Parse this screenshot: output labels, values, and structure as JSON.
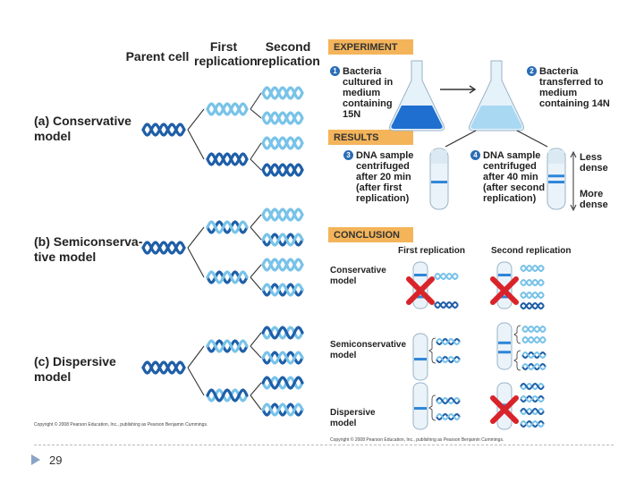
{
  "left": {
    "headers": {
      "parent": "Parent cell",
      "first": "First\nreplication",
      "second": "Second\nreplication"
    },
    "models": [
      {
        "label": "(a) Conservative\nmodel"
      },
      {
        "label": "(b) Semiconserva-\ntive model"
      },
      {
        "label": "(c) Dispersive\nmodel"
      }
    ],
    "copyright": "Copyright © 2008 Pearson Education, Inc., publishing as Pearson Benjamin Cummings."
  },
  "right": {
    "experiment_tag": "EXPERIMENT",
    "step1": "Bacteria\ncultured in\nmedium\ncontaining\n15N",
    "step2": "Bacteria\ntransferred to\nmedium\ncontaining 14N",
    "results_tag": "RESULTS",
    "step3": "DNA sample\ncentrifuged\nafter 20 min\n(after first\nreplication)",
    "step4": "DNA sample\ncentrifuged\nafter 40 min\n(after second\nreplication)",
    "less_dense": "Less\ndense",
    "more_dense": "More\ndense",
    "conclusion_tag": "CONCLUSION",
    "col_first": "First replication",
    "col_second": "Second replication",
    "rows": [
      {
        "label": "Conservative\nmodel"
      },
      {
        "label": "Semiconservative\nmodel"
      },
      {
        "label": "Dispersive\nmodel"
      }
    ],
    "copyright": "Copyright © 2008 Pearson Education, Inc., publishing as Pearson Benjamin Cummings.",
    "nums": [
      "1",
      "2",
      "3",
      "4"
    ]
  },
  "page_number": "29",
  "colors": {
    "dark_strand": "#1f5fa8",
    "light_strand": "#79c3e8",
    "tag_bg": "#f4b45a",
    "cross": "#d9232a"
  }
}
